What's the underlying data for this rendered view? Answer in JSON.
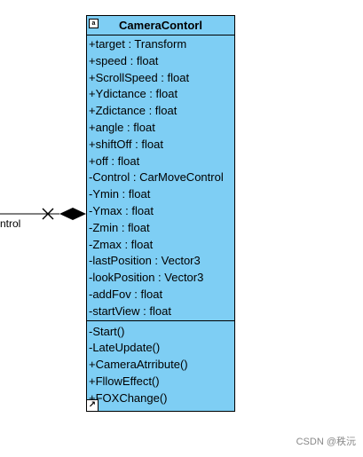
{
  "class": {
    "name": "CameraContorl",
    "attributes": [
      "+target : Transform",
      "+speed : float",
      "+ScrollSpeed : float",
      "+Ydictance : float",
      "+Zdictance : float",
      "+angle : float",
      "+shiftOff : float",
      "+off : float",
      "-Control : CarMoveControl",
      "-Ymin : float",
      "-Ymax : float",
      "-Zmin : float",
      "-Zmax : float",
      "-lastPosition : Vector3",
      "-lookPosition : Vector3",
      "-addFov : float",
      "-startView : float"
    ],
    "operations": [
      "-Start()",
      "-LateUpdate()",
      "+CameraAtrribute()",
      "+FllowEffect()",
      "+FOXChange()"
    ]
  },
  "association": {
    "partial_label": "ntrol",
    "colors": {
      "line": "#000000",
      "diamond": "#000000"
    }
  },
  "watermark": "CSDN @秩沅",
  "colors": {
    "class_fill": "#7ecef4",
    "border": "#000000"
  }
}
